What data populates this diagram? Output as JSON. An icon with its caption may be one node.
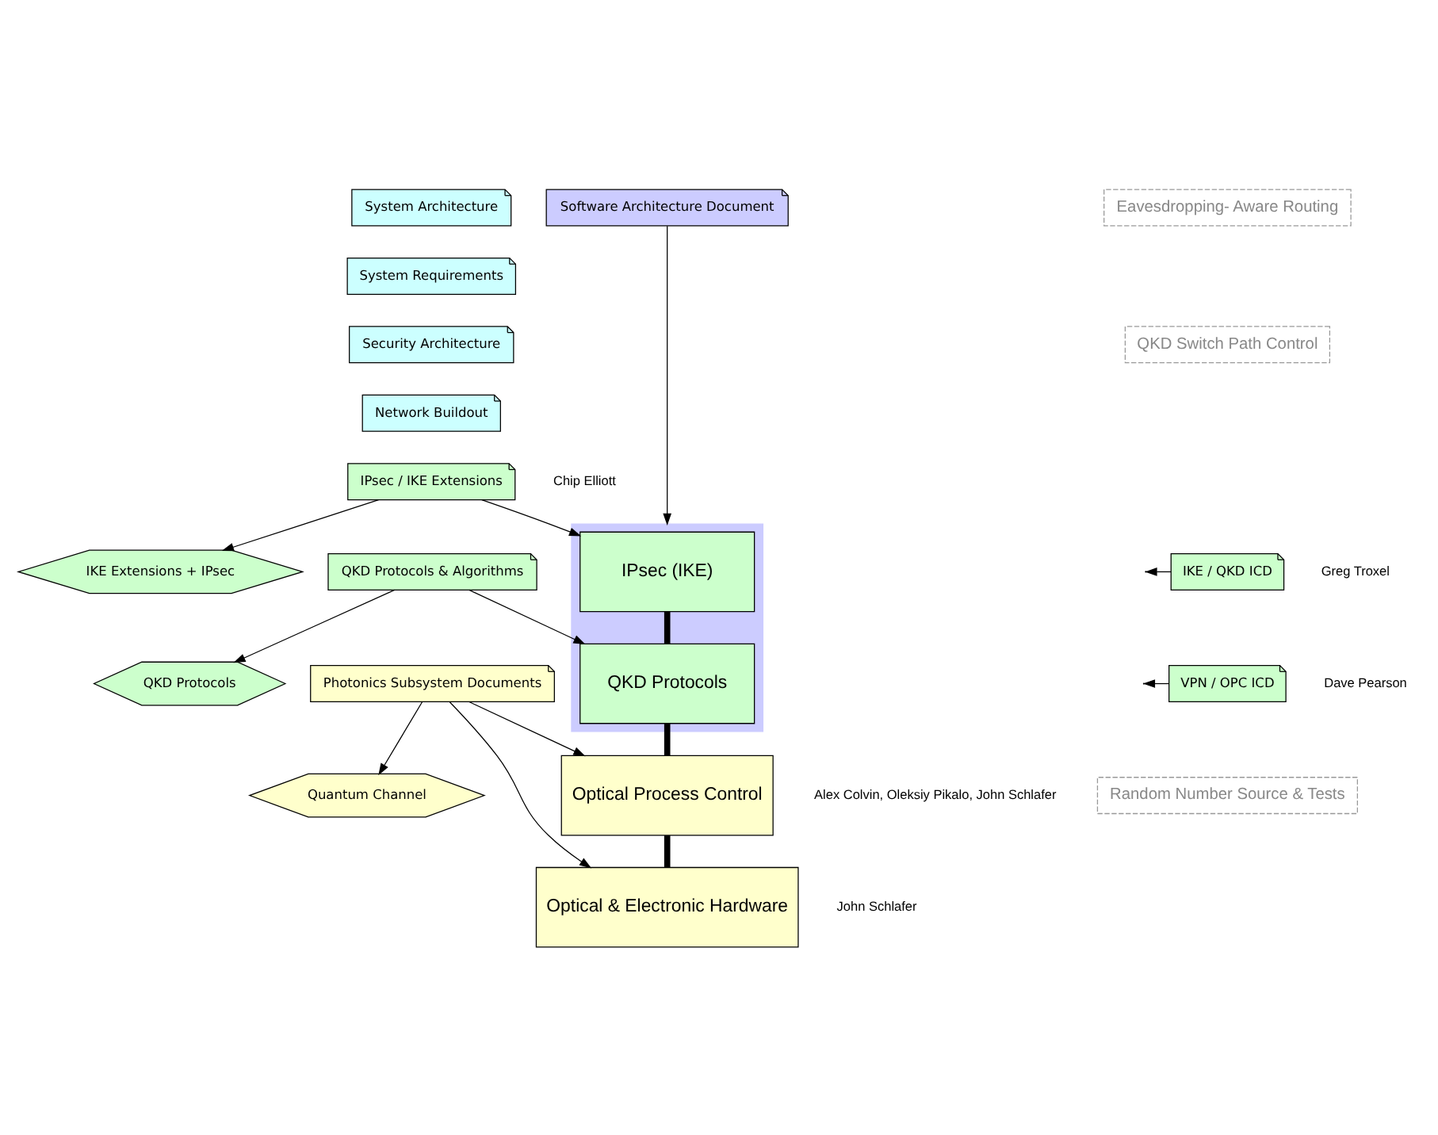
{
  "diagram": {
    "nodes": [
      {
        "text": [
          "System Architecture"
        ]
      },
      {
        "text": [
          "System Requirements"
        ]
      },
      {
        "text": [
          "Security Architecture"
        ]
      },
      {
        "text": [
          "Network Buildout"
        ]
      },
      {
        "text": [
          "Software Architecture Document"
        ]
      },
      {
        "text": [
          "Eavesdropping- Aware Routing"
        ]
      },
      {
        "text": [
          "QKD Switch Path Control"
        ]
      },
      {
        "text": [],
        "shape": "box"
      },
      {
        "text": [
          "IPsec (IKE)"
        ],
        "in": 7
      },
      {
        "text": [
          "QKD Protocols"
        ],
        "in": 7
      },
      {
        "text": [
          "IKE Extensions + IPsec"
        ]
      },
      {
        "text": [
          "QKD Protocols"
        ]
      },
      {
        "text": [
          "IKE / QKD ICD"
        ],
        "beside": [
          "Greg Troxel"
        ]
      },
      {
        "text": [
          "VPN / OPC ICD"
        ],
        "beside": [
          "Dave Pearson"
        ]
      },
      {
        "text": [
          "IPsec / IKE Extensions"
        ],
        "beside": [
          "Chip Elliott"
        ]
      },
      {
        "text": [
          "QKD Protocols & Algorithms"
        ]
      },
      {
        "text": [
          "Quantum Channel"
        ]
      },
      {
        "text": [
          "Optical Process Control"
        ],
        "beside": [
          "Alex Colvin, Oleksiy Pikalo, John Schlafer"
        ]
      },
      {
        "text": [
          "Random Number Source & Tests"
        ]
      },
      {
        "text": [
          "Photonics Subsystem Documents"
        ]
      },
      {
        "text": [
          "Optical & Electronic Hardware"
        ],
        "beside": [
          "John Schlafer"
        ]
      }
    ],
    "edges": [
      {
        "from": 4,
        "to": 7,
        "arrow": "to"
      },
      {
        "from": 8,
        "to": 9,
        "arrow": "none",
        "style": "thick"
      },
      {
        "from": 9,
        "to": 17,
        "arrow": "none",
        "style": "thick"
      },
      {
        "from": 17,
        "to": 20,
        "arrow": "none",
        "style": "thick"
      },
      {
        "from": 12,
        "to": null,
        "arrow": "to"
      },
      {
        "from": 13,
        "to": null,
        "arrow": "to"
      },
      {
        "from": 14,
        "to": 8,
        "arrow": "to"
      },
      {
        "from": 14,
        "to": 10,
        "arrow": "to"
      },
      {
        "from": 15,
        "to": 9,
        "arrow": "to"
      },
      {
        "from": 15,
        "to": 11,
        "arrow": "to"
      },
      {
        "from": 19,
        "to": 17,
        "arrow": "to"
      },
      {
        "from": 19,
        "to": 16,
        "arrow": "to"
      },
      {
        "from": 19,
        "to": 20,
        "arrow": "to"
      }
    ]
  }
}
